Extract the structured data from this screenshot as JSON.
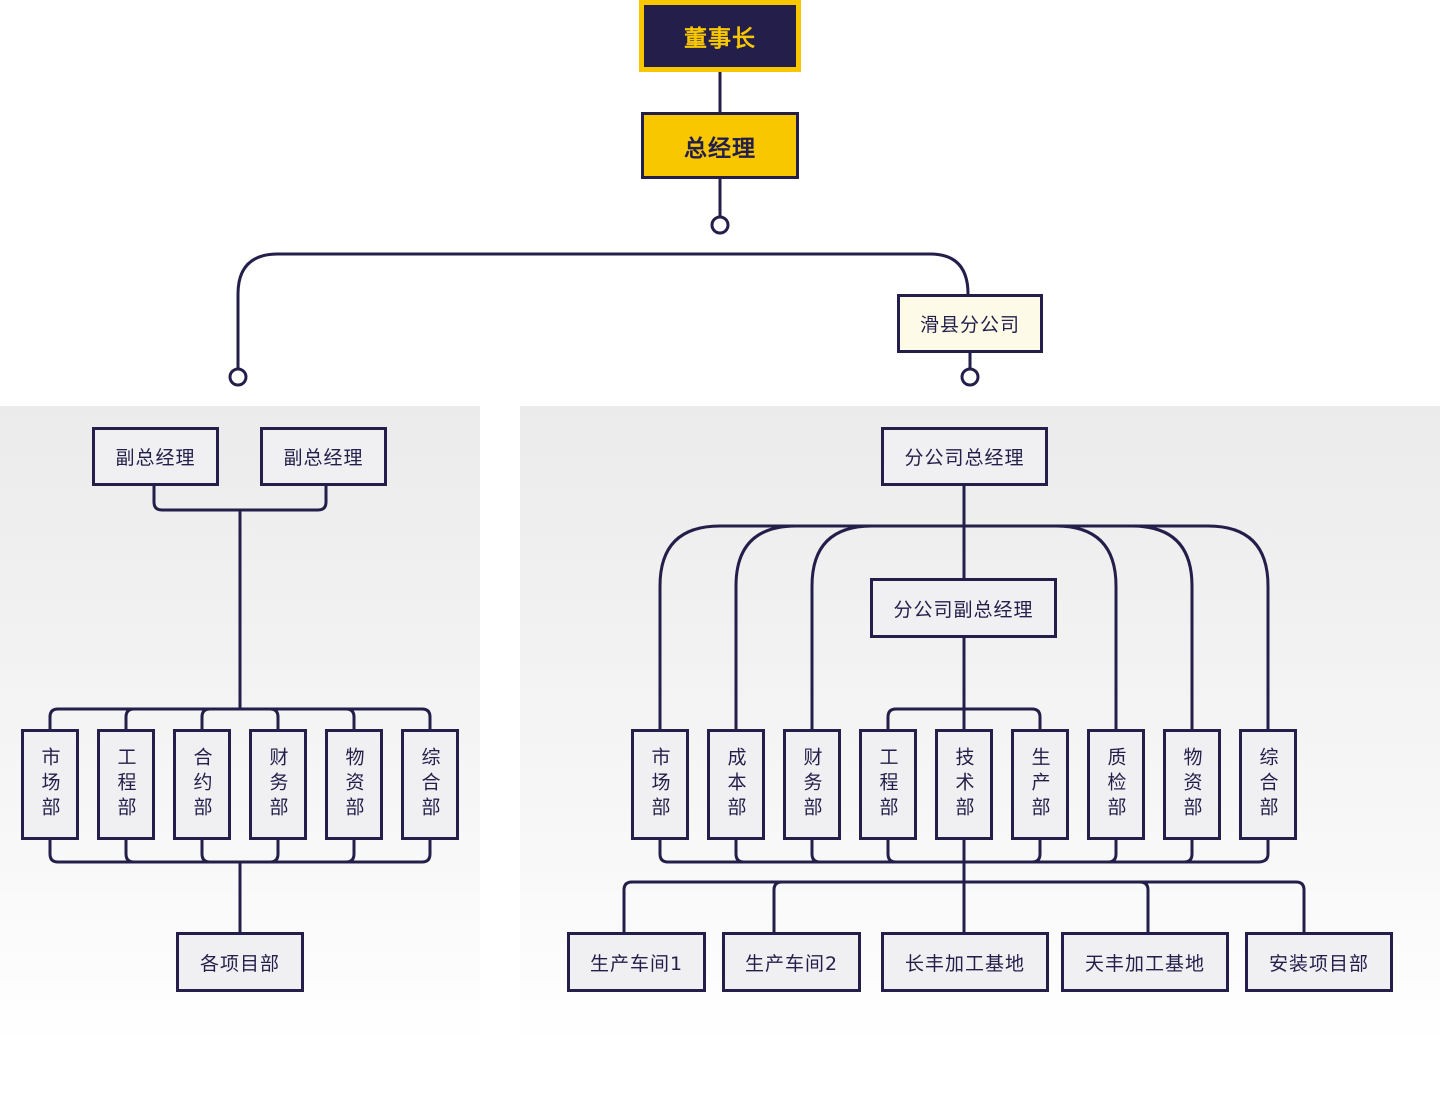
{
  "colors": {
    "line": "#231f4a",
    "accent": "#f9c700",
    "box": "#f0f0f2",
    "branch_box": "#fdfbe8"
  },
  "top": {
    "chairman": "董事长",
    "gm": "总经理",
    "branch": "滑县分公司"
  },
  "left": {
    "vps": [
      "副总经理",
      "副总经理"
    ],
    "departments": [
      "市场部",
      "工程部",
      "合约部",
      "财务部",
      "物资部",
      "综合部"
    ],
    "projects": "各项目部"
  },
  "right": {
    "branch_gm": "分公司总经理",
    "branch_vgm": "分公司副总经理",
    "departments": [
      "市场部",
      "成本部",
      "财务部",
      "工程部",
      "技术部",
      "生产部",
      "质检部",
      "物资部",
      "综合部"
    ],
    "units": [
      "生产车间1",
      "生产车间2",
      "长丰加工基地",
      "天丰加工基地",
      "安装项目部"
    ]
  }
}
